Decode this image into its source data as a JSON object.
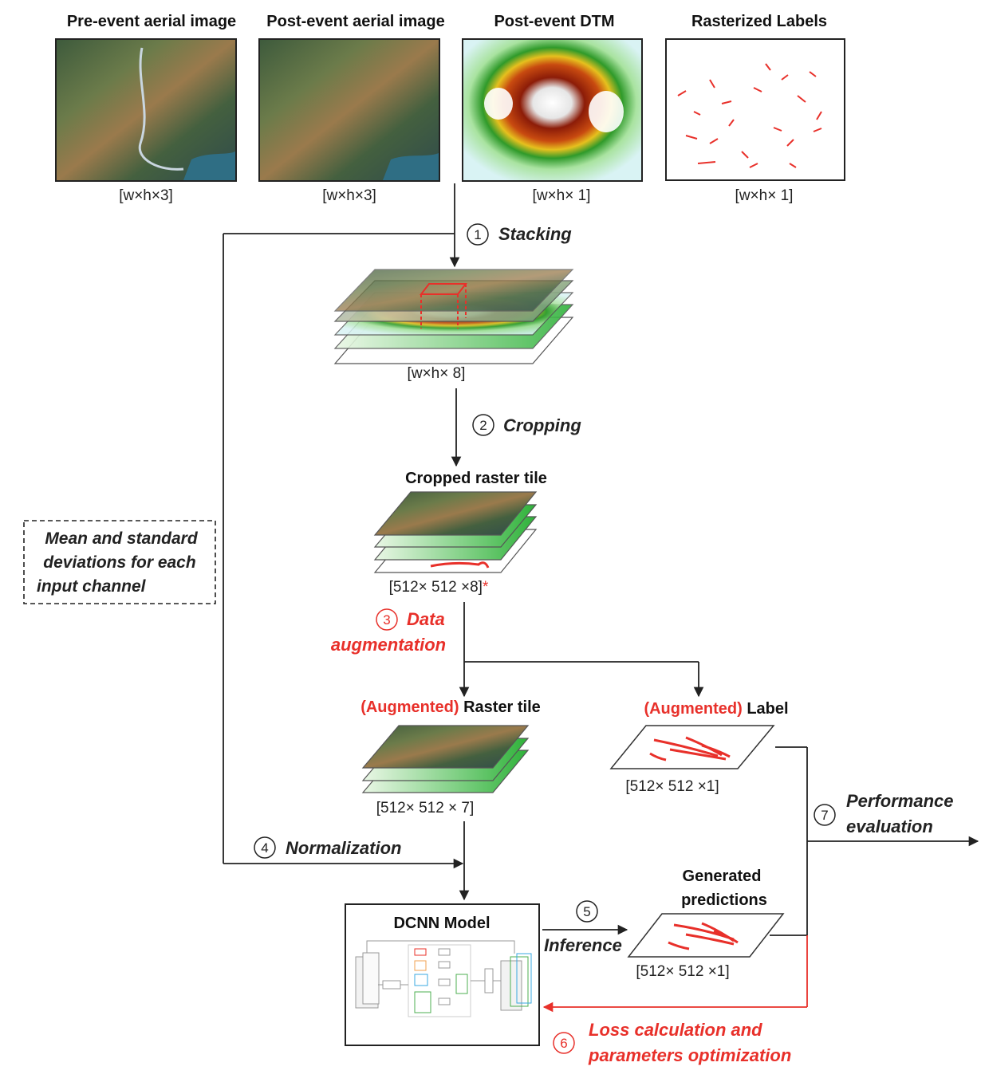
{
  "inputs": [
    {
      "title": "Pre-event aerial image",
      "dims": "[w×h×3]"
    },
    {
      "title": "Post-event aerial image",
      "dims": "[w×h×3]"
    },
    {
      "title": "Post-event DTM",
      "dims": "[w×h× 1]"
    },
    {
      "title": "Rasterized Labels",
      "dims": "[w×h× 1]"
    }
  ],
  "steps": {
    "s1": {
      "num": "1",
      "label": "Stacking"
    },
    "s2": {
      "num": "2",
      "label": "Cropping"
    },
    "s3": {
      "num": "3",
      "line1": "Data",
      "line2": "augmentation"
    },
    "s4": {
      "num": "4",
      "label": "Normalization"
    },
    "s5": {
      "num": "5",
      "label": "Inference"
    },
    "s6": {
      "num": "6",
      "line1": "Loss calculation  and",
      "line2": "parameters optimization"
    },
    "s7": {
      "num": "7",
      "line1": "Performance",
      "line2": "evaluation"
    }
  },
  "stack": {
    "dims": "[w×h× 8]"
  },
  "cropped": {
    "title": "Cropped raster tile",
    "dims": "[512× 512 ×8]",
    "asterisk": "*"
  },
  "aug_raster": {
    "prefix": "(Augmented)",
    "title": " Raster tile",
    "dims": "[512× 512 × 7]"
  },
  "aug_label": {
    "prefix": "(Augmented)",
    "title": " Label",
    "dims": "[512× 512 ×1]"
  },
  "predictions": {
    "line1": "Generated",
    "line2": "predictions",
    "dims": "[512× 512 ×1]"
  },
  "model": {
    "title": "DCNN Model"
  },
  "note": {
    "line1": "Mean and standard",
    "line2": "deviations  for  each",
    "line3": "input channel"
  },
  "colors": {
    "accent_red": "#e8302a",
    "line": "#222222"
  }
}
